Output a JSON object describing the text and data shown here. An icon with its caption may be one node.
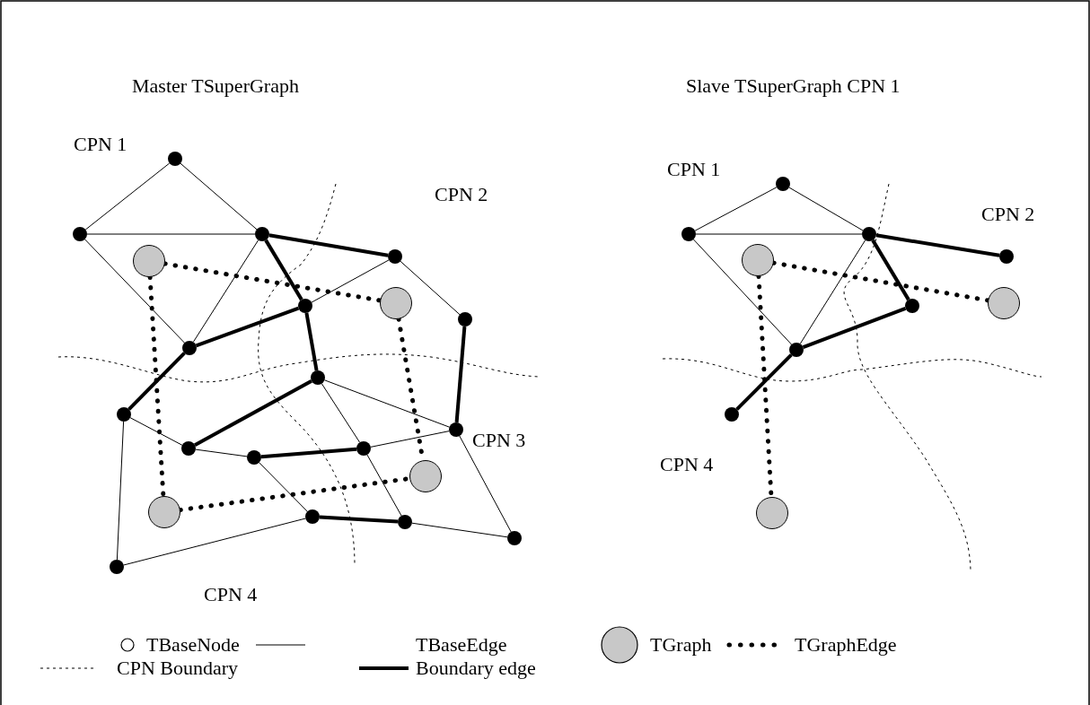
{
  "diagram": {
    "nodes": [
      {
        "text": [],
        "shape": "circle"
      },
      {
        "text": [],
        "shape": "circle"
      },
      {
        "text": [],
        "shape": "circle"
      },
      {
        "text": [],
        "shape": "circle"
      },
      {
        "text": [],
        "shape": "circle"
      },
      {
        "text": [],
        "shape": "circle"
      },
      {
        "text": [],
        "shape": "circle"
      },
      {
        "text": [],
        "shape": "circle"
      },
      {
        "text": [],
        "shape": "circle"
      },
      {
        "text": [],
        "shape": "circle"
      },
      {
        "text": [],
        "shape": "circle"
      },
      {
        "text": [],
        "shape": "circle"
      },
      {
        "text": [],
        "shape": "circle"
      },
      {
        "text": [],
        "shape": "circle"
      },
      {
        "text": [],
        "shape": "circle"
      },
      {
        "text": [],
        "shape": "circle"
      },
      {
        "text": [],
        "shape": "circle"
      },
      {
        "text": [],
        "shape": "circle"
      },
      {
        "text": [],
        "shape": "circle"
      },
      {
        "text": [],
        "shape": "circle"
      },
      {
        "text": [],
        "shape": "circle"
      },
      {
        "text": [],
        "shape": "circle"
      },
      {
        "text": [],
        "shape": "circle"
      },
      {
        "text": [],
        "shape": "circle"
      },
      {
        "text": [],
        "shape": "circle"
      },
      {
        "text": [],
        "shape": "circle"
      },
      {
        "text": [],
        "shape": "circle"
      },
      {
        "text": [],
        "shape": "circle"
      },
      {
        "text": [],
        "shape": "circle"
      },
      {
        "text": [],
        "shape": "circle"
      },
      {
        "text": [],
        "shape": "circle"
      }
    ],
    "edges": [
      {
        "from": 0,
        "to": 1,
        "arrow": "none"
      },
      {
        "from": 0,
        "to": 2,
        "arrow": "none"
      },
      {
        "from": 1,
        "to": 2,
        "arrow": "none"
      },
      {
        "from": 1,
        "to": 6,
        "arrow": "none"
      },
      {
        "from": 2,
        "to": 6,
        "arrow": "none"
      },
      {
        "from": 2,
        "to": 3,
        "arrow": "none",
        "style": "thick"
      },
      {
        "from": 2,
        "to": 4,
        "arrow": "none",
        "style": "thick"
      },
      {
        "from": 4,
        "to": 3,
        "arrow": "none"
      },
      {
        "from": 3,
        "to": 5,
        "arrow": "none"
      },
      {
        "from": 4,
        "to": 6,
        "arrow": "none",
        "style": "thick"
      },
      {
        "from": 4,
        "to": 7,
        "arrow": "none",
        "style": "thick"
      },
      {
        "from": 5,
        "to": 12,
        "arrow": "none",
        "style": "thick"
      },
      {
        "from": 6,
        "to": 8,
        "arrow": "none",
        "style": "thick"
      },
      {
        "from": 8,
        "to": 9,
        "arrow": "none"
      },
      {
        "from": 8,
        "to": 16,
        "arrow": "none"
      },
      {
        "from": 9,
        "to": 7,
        "arrow": "none",
        "style": "thick"
      },
      {
        "from": 9,
        "to": 10,
        "arrow": "none"
      },
      {
        "from": 10,
        "to": 11,
        "arrow": "none",
        "style": "thick"
      },
      {
        "from": 7,
        "to": 11,
        "arrow": "none"
      },
      {
        "from": 7,
        "to": 12,
        "arrow": "none"
      },
      {
        "from": 11,
        "to": 12,
        "arrow": "none"
      },
      {
        "from": 10,
        "to": 13,
        "arrow": "none"
      },
      {
        "from": 11,
        "to": 14,
        "arrow": "none"
      },
      {
        "from": 13,
        "to": 14,
        "arrow": "none",
        "style": "thick"
      },
      {
        "from": 14,
        "to": 15,
        "arrow": "none"
      },
      {
        "from": 12,
        "to": 15,
        "arrow": "none"
      },
      {
        "from": 16,
        "to": 13,
        "arrow": "none"
      },
      {
        "from": 17,
        "to": 18,
        "arrow": "none",
        "style": "dashed"
      },
      {
        "from": 17,
        "to": 20,
        "arrow": "none",
        "style": "dashed"
      },
      {
        "from": 18,
        "to": 19,
        "arrow": "none",
        "style": "dashed"
      },
      {
        "from": 20,
        "to": 19,
        "arrow": "none",
        "style": "dashed"
      },
      {
        "from": 21,
        "to": 22,
        "arrow": "none"
      },
      {
        "from": 21,
        "to": 23,
        "arrow": "none"
      },
      {
        "from": 22,
        "to": 23,
        "arrow": "none"
      },
      {
        "from": 22,
        "to": 26,
        "arrow": "none"
      },
      {
        "from": 23,
        "to": 26,
        "arrow": "none"
      },
      {
        "from": 23,
        "to": 24,
        "arrow": "none",
        "style": "thick"
      },
      {
        "from": 23,
        "to": 25,
        "arrow": "none",
        "style": "thick"
      },
      {
        "from": 25,
        "to": 26,
        "arrow": "none",
        "style": "thick"
      },
      {
        "from": 26,
        "to": 27,
        "arrow": "none",
        "style": "thick"
      },
      {
        "from": 28,
        "to": 29,
        "arrow": "none",
        "style": "dashed"
      },
      {
        "from": 28,
        "to": 30,
        "arrow": "none",
        "style": "dashed"
      }
    ],
    "labels": [
      "Master TSuperGraph",
      "Slave TSuperGraph CPN 1",
      "CPN 1",
      "CPN 2",
      "CPN 1",
      "CPN 2",
      "CPN 3",
      "CPN 4",
      "CPN 4"
    ],
    "legend": [
      {
        "text": "TBaseNode"
      },
      {
        "text": "TBaseEdge"
      },
      {
        "text": "TGraph"
      },
      {
        "text": "TGraphEdge"
      },
      {
        "text": "CPN Boundary"
      },
      {
        "text": "Boundary edge"
      }
    ]
  }
}
